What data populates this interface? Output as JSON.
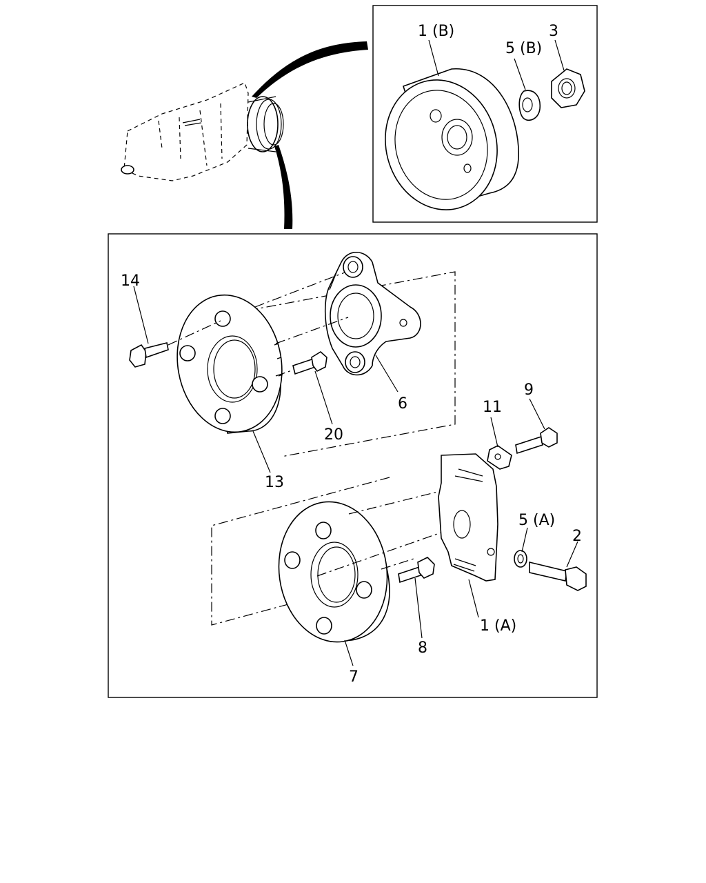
{
  "labels": {
    "l_1b": "1 (B)",
    "l_5b": "5 (B)",
    "l_3": "3",
    "l_14": "14",
    "l_6": "6",
    "l_20": "20",
    "l_13": "13",
    "l_11": "11",
    "l_9": "9",
    "l_5a": "5 (A)",
    "l_2": "2",
    "l_1a": "1 (A)",
    "l_8": "8",
    "l_7": "7"
  }
}
